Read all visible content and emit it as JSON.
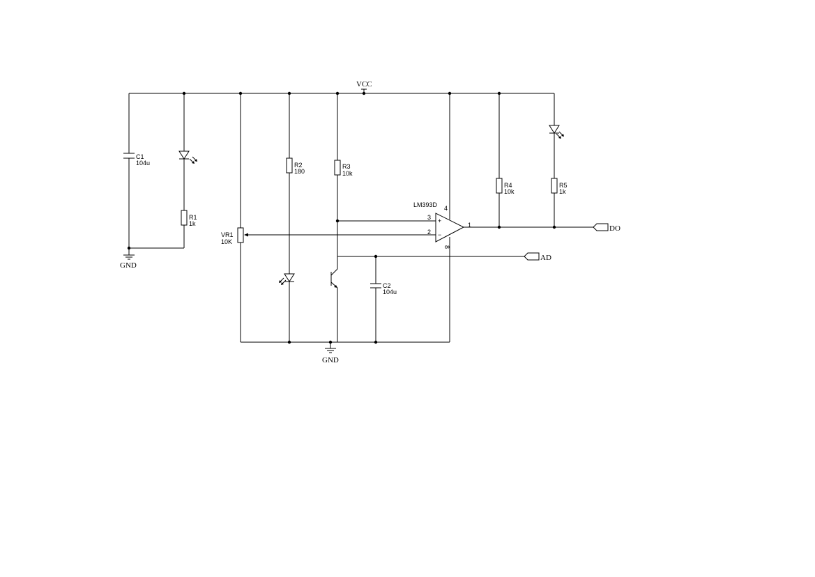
{
  "nets": {
    "vcc": "VCC",
    "gnd_left": "GND",
    "gnd_bottom": "GND",
    "do": "DO",
    "ad": "AD"
  },
  "components": {
    "c1": {
      "ref": "C1",
      "value": "104u"
    },
    "r1": {
      "ref": "R1",
      "value": "1k"
    },
    "vr1": {
      "ref": "VR1",
      "value": "10K"
    },
    "r2": {
      "ref": "R2",
      "value": "180"
    },
    "r3": {
      "ref": "R3",
      "value": "10k"
    },
    "c2": {
      "ref": "C2",
      "value": "104u"
    },
    "r4": {
      "ref": "R4",
      "value": "10k"
    },
    "r5": {
      "ref": "R5",
      "value": "1k"
    },
    "u1": {
      "ref": "LM393D"
    }
  },
  "comparator": {
    "pin_vcc": "4",
    "pin_plus": "3",
    "pin_minus": "2",
    "pin_out": "1",
    "pin_gnd": "8",
    "plus_sign": "+",
    "minus_sign": "−"
  },
  "colors": {
    "line": "#000000",
    "background": "#ffffff"
  }
}
